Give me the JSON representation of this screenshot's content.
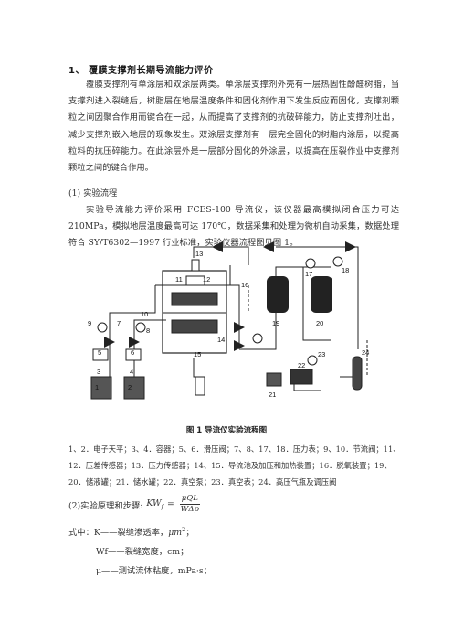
{
  "section": {
    "title": "1、 覆膜支撑剂长期导流能力评价",
    "paragraph": "覆膜支撑剂有单涂层和双涂层两类。单涂层支撑剂外壳有一层热固性酚醛树脂，当支撑剂进入裂缝后，树脂层在地层温度条件和固化剂作用下发生反应而固化，支撑剂颗粒之间因聚合作用而键合在一起，从而提高了支撑剂的抗破碎能力，防止支撑剂吐出，减少支撑剂嵌入地层的现象发生。双涂层支撑剂有一层完全固化的树脂内涂层，以提高粒料的抗压碎能力。在此涂层外是一层部分固化的外涂层，以提高在压裂作业中支撑剂颗粒之间的键合作用。"
  },
  "subsection1": {
    "heading": "(1) 实验流程",
    "paragraph": "实验导流能力评价采用 FCES-100 导流仪，该仪器最高模拟闭合压力可达 210MPa，模拟地层温度最高可达 170℃，数据采集和处理为微机自动采集，数据处理符合 SY/T6302—1997 行业标准，实验仪器流程图见图 1。"
  },
  "figure": {
    "numbers": [
      "1",
      "2",
      "3",
      "4",
      "5",
      "6",
      "7",
      "8",
      "9",
      "10",
      "11",
      "12",
      "13",
      "14",
      "15",
      "16",
      "17",
      "18",
      "19",
      "20",
      "21",
      "22",
      "23",
      "24"
    ],
    "caption": "图 1  导流仪实验流程图",
    "legend": "1、2．电子天平；3、4．容器；5、6．滑压阀；7、8、17、18．压力表；9、10．节流阀；11、12．压差传感器；13．压力传感器；14、15．导流池及加压和加热装置；16．脱氧装置；19、20．储液罐；21．储水罐；22．真空泵；23．真空表；24．高压气瓶及调压阀"
  },
  "subsection2": {
    "heading": "(2)实验原理和步骤:",
    "formula_lhs": "KW",
    "formula_sub": "f",
    "formula_eq": "=",
    "formula_num": "μQL",
    "formula_den": "WΔp",
    "def_intro": "式中：K——裂缝渗透率，",
    "def_k_unit": "μm",
    "def_k_sup": "2",
    "def_k_end": "；",
    "def_wf": "Wf——裂缝宽度，cm；",
    "def_mu": "μ——测试流体粘度，mPa·s；"
  }
}
